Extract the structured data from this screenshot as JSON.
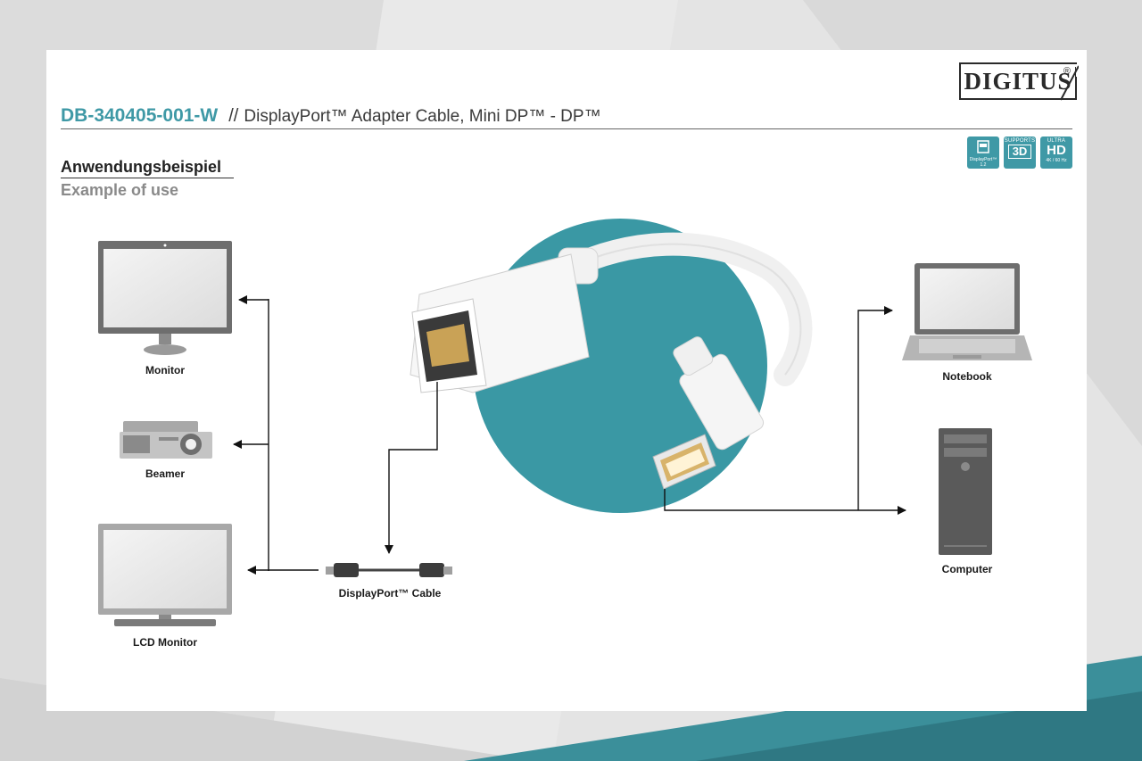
{
  "brand": {
    "logo_text": "DIGITUS",
    "logo_reg": "®"
  },
  "header": {
    "sku": "DB-340405-001-W",
    "separator": "//",
    "product_title": "DisplayPort™ Adapter Cable, Mini DP™ - DP™"
  },
  "badges": [
    {
      "name": "displayport-badge",
      "top": "",
      "mid": "",
      "bottom": "DisplayPort™ 1.2"
    },
    {
      "name": "supports-3d-badge",
      "top": "SUPPORTS",
      "mid": "3D",
      "bottom": ""
    },
    {
      "name": "ultra-hd-badge",
      "top": "ULTRA",
      "mid": "HD",
      "bottom": "4K / 60 Hz"
    }
  ],
  "section": {
    "title_de": "Anwendungsbeispiel",
    "title_en": "Example of use"
  },
  "devices": {
    "monitor": "Monitor",
    "beamer": "Beamer",
    "lcd_monitor": "LCD Monitor",
    "cable": "DisplayPort™ Cable",
    "notebook": "Notebook",
    "computer": "Computer"
  },
  "colors": {
    "accent": "#3f99a6",
    "teal_circle": "#3a98a4",
    "device_gray": "#6e6e6e"
  },
  "icons": [
    "monitor-icon",
    "beamer-icon",
    "lcd-monitor-icon",
    "displayport-cable-icon",
    "notebook-icon",
    "computer-tower-icon",
    "adapter-cable-image"
  ]
}
